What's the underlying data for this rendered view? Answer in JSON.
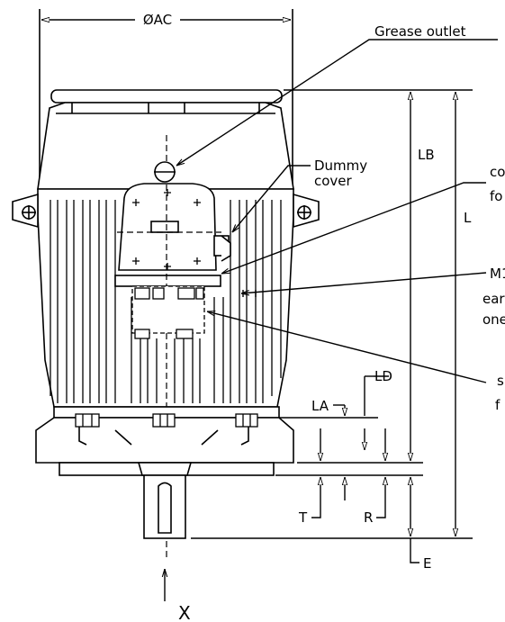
{
  "drawing": {
    "dim_ac": "ØAC",
    "callouts": {
      "grease_outlet": "Grease  outlet",
      "dummy_cover_l1": "Dummy",
      "dummy_cover_l2": "cover",
      "right_1a": "co",
      "right_1b": "fo",
      "right_2a": "M1",
      "right_2b": "ear",
      "right_2c": "one",
      "right_3a": "s",
      "right_3b": "f"
    },
    "dims": {
      "lb": "LB",
      "l": "L",
      "ld": "LD",
      "la": "LA",
      "t": "T",
      "r": "R",
      "e": "E"
    },
    "view": "X"
  }
}
